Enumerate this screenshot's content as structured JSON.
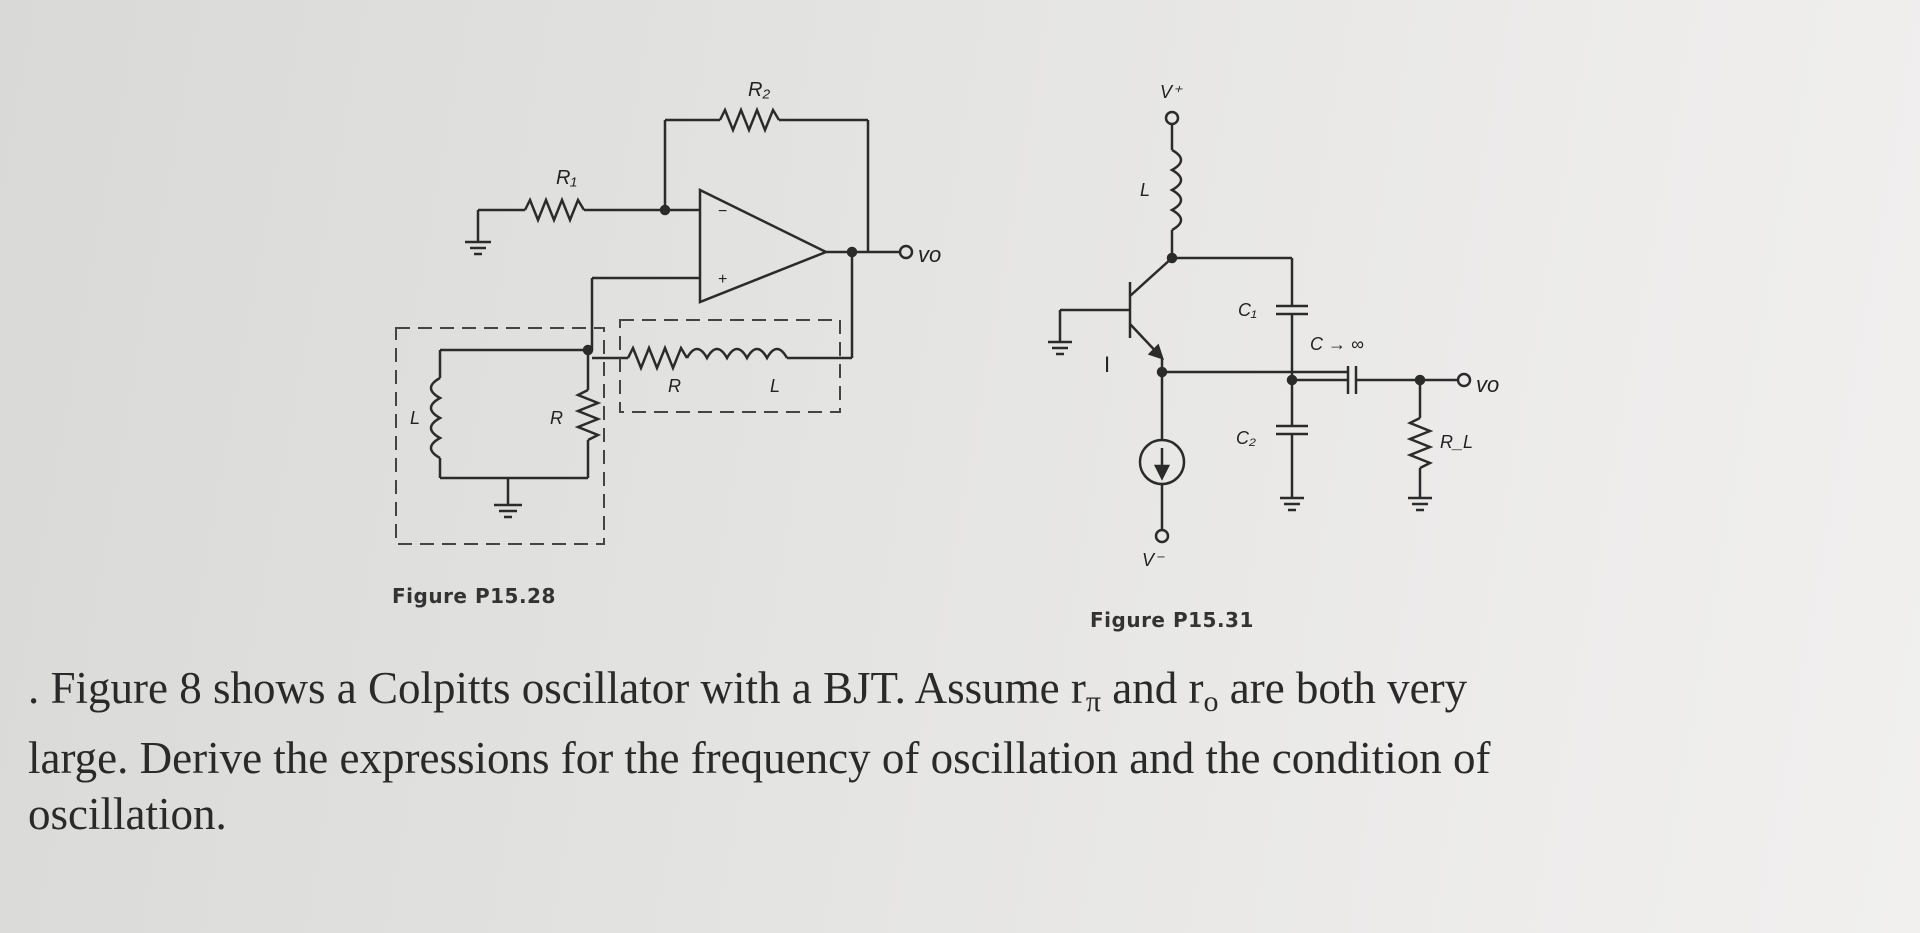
{
  "figures": {
    "left": {
      "caption": "Figure P15.28",
      "labels": {
        "r1": "R₁",
        "r2": "R₂",
        "out": "vo",
        "r_a": "R",
        "l_a": "L",
        "r_b": "R",
        "l_b": "L",
        "minus": "−",
        "plus": "+"
      }
    },
    "right": {
      "caption": "Figure P15.31",
      "labels": {
        "vplus": "V⁺",
        "vminus": "V⁻",
        "l": "L",
        "c1": "C₁",
        "c2": "C₂",
        "c_inf": "C → ∞",
        "out": "vo",
        "rl": "R_L",
        "i": "I"
      }
    }
  },
  "question": {
    "number_mark": ".",
    "line1_a": "Figure  8 shows a Colpitts oscillator with a BJT. Assume r",
    "sub_pi": "π",
    "line1_b": " and r",
    "sub_o": "o",
    "line1_c": " are both very",
    "line2": "large. Derive the expressions for the frequency of oscillation and the condition of",
    "line3": "oscillation."
  }
}
